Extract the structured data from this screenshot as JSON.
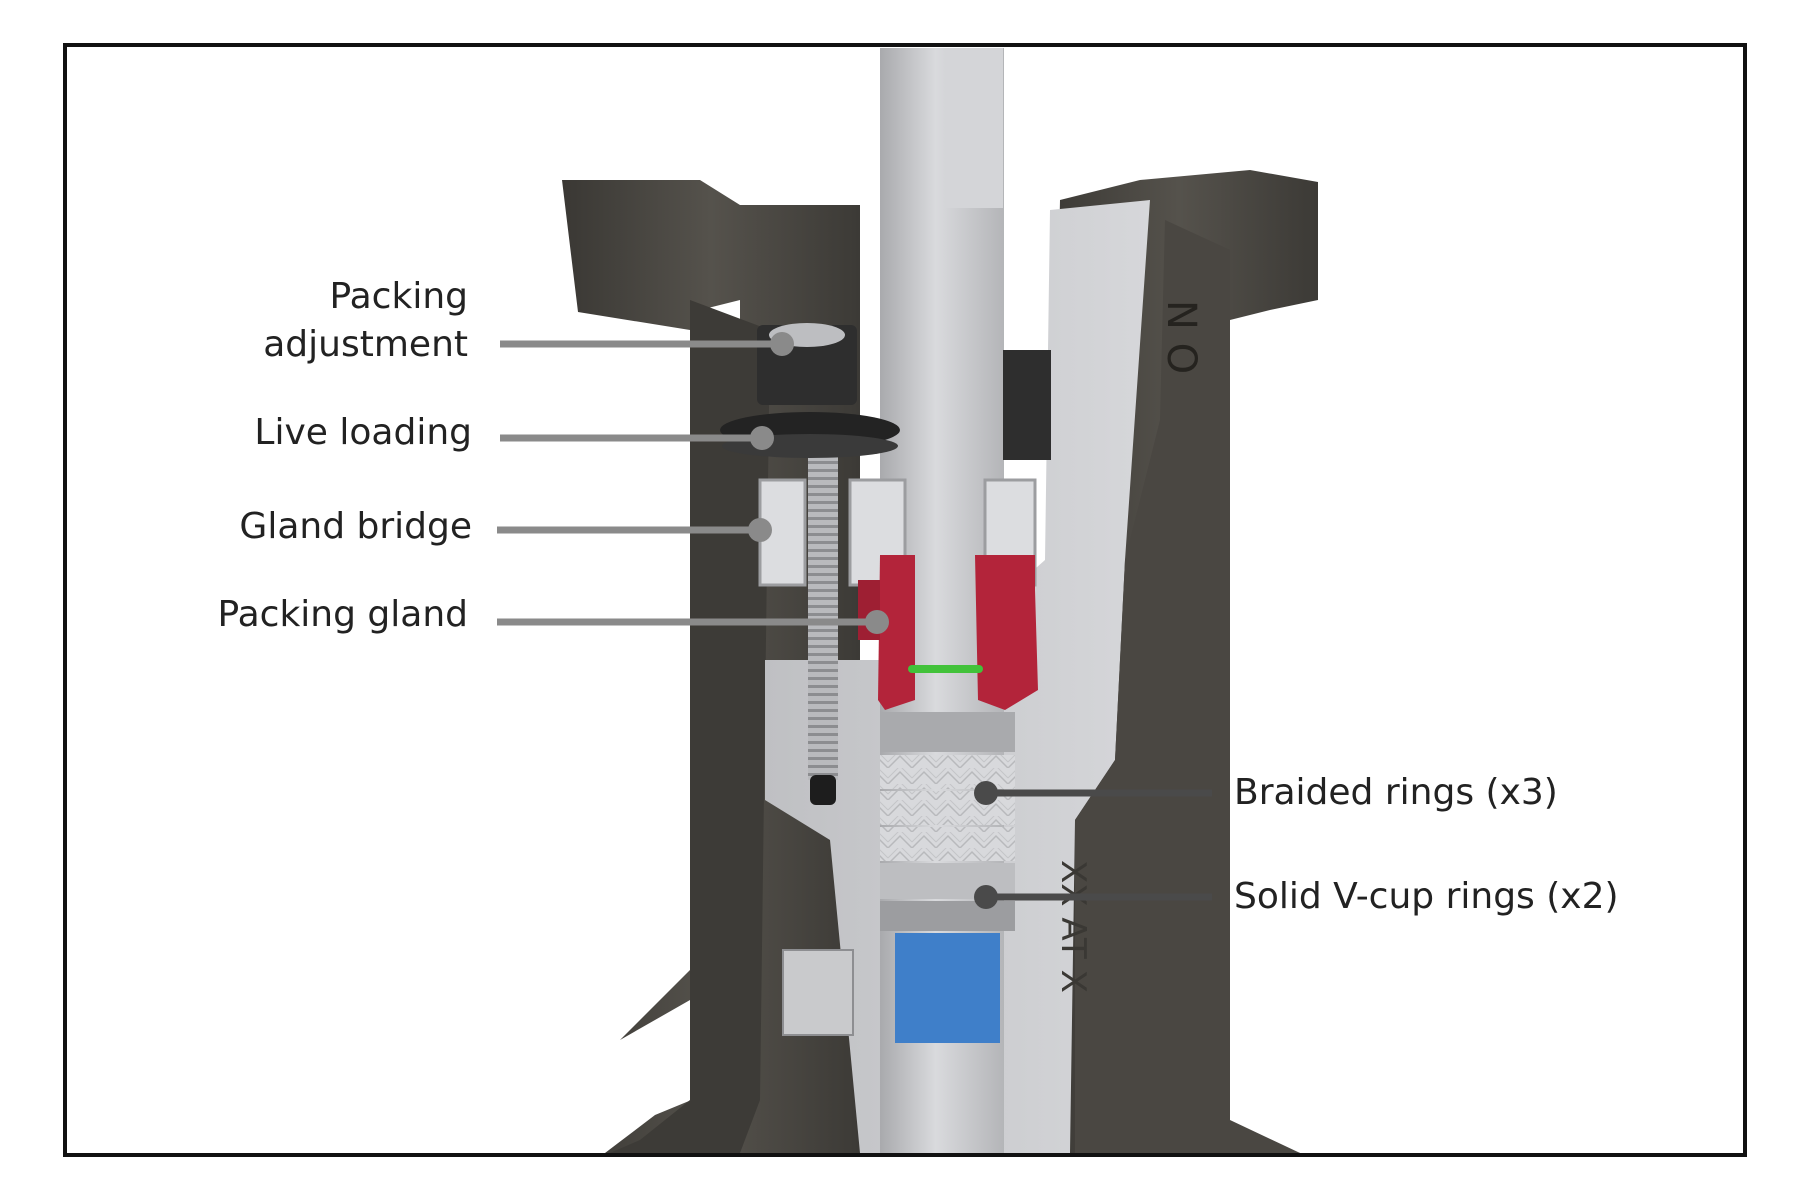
{
  "figure": {
    "labels": {
      "packing_adjustment_line1": "Packing",
      "packing_adjustment_line2": "adjustment",
      "live_loading": "Live loading",
      "gland_bridge": "Gland bridge",
      "packing_gland": "Packing gland",
      "braided_rings": "Braided rings (x3)",
      "solid_vcup_rings": "Solid V-cup rings (x2)"
    },
    "body_marking": {
      "upper": "N O",
      "lower": "XX AT X"
    },
    "colors": {
      "frame": "#111111",
      "body_iron": "#4a4742",
      "body_iron_dark": "#34322e",
      "steel": "#c9cacc",
      "steel_light": "#dcdde0",
      "stem": "#c4c5c8",
      "nut": "#2e2e2e",
      "packing_gland": "#b3243a",
      "oring": "#42c23a",
      "braided_ring": "#d8d9dc",
      "vcup_ring": "#a9aaad",
      "bushing": "#3f7fc9",
      "leader_light": "#8a8a8a",
      "leader_dark": "#4a4a4a"
    }
  }
}
